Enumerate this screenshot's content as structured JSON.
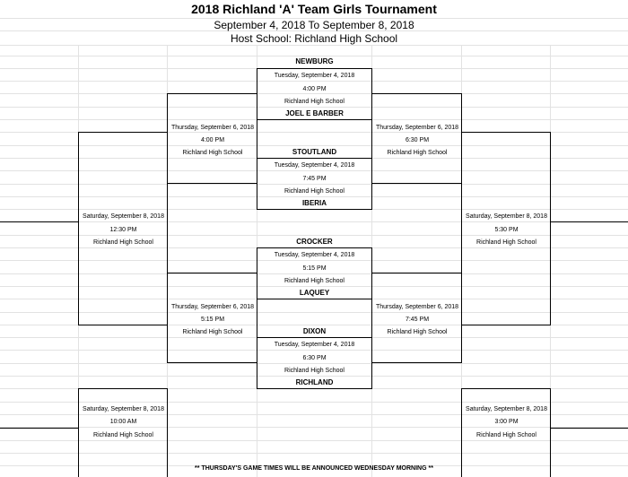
{
  "title": "2018 Richland 'A' Team Girls Tournament",
  "dates": "September 4, 2018 To September 8, 2018",
  "host": "Host School: Richland High School",
  "round1": [
    {
      "top_team": "NEWBURG",
      "bottom_team": "JOEL E BARBER",
      "date": "Tuesday, September 4, 2018",
      "time": "4:00 PM",
      "location": "Richland High School"
    },
    {
      "top_team": "STOUTLAND",
      "bottom_team": "IBERIA",
      "date": "Tuesday, September 4, 2018",
      "time": "7:45 PM",
      "location": "Richland High School"
    },
    {
      "top_team": "CROCKER",
      "bottom_team": "LAQUEY",
      "date": "Tuesday, September 4, 2018",
      "time": "5:15 PM",
      "location": "Richland High School"
    },
    {
      "top_team": "DIXON",
      "bottom_team": "RICHLAND",
      "date": "Tuesday, September 4, 2018",
      "time": "6:30 PM",
      "location": "Richland High School"
    }
  ],
  "round2": [
    {
      "date": "Thursday, September 6, 2018",
      "time": "4:00 PM",
      "location": "Richland High School"
    },
    {
      "date": "Thursday, September 6, 2018",
      "time": "6:30 PM",
      "location": "Richland High School"
    },
    {
      "date": "Thursday, September 6, 2018",
      "time": "5:15 PM",
      "location": "Richland High School"
    },
    {
      "date": "Thursday, September 6, 2018",
      "time": "7:45 PM",
      "location": "Richland High School"
    }
  ],
  "round3": [
    {
      "date": "Saturday, September 8, 2018",
      "time": "12:30 PM",
      "location": "Richland High School"
    },
    {
      "date": "Saturday, September 8, 2018",
      "time": "5:30 PM",
      "location": "Richland High School"
    },
    {
      "date": "Saturday, September 8, 2018",
      "time": "10:00 AM",
      "location": "Richland High School"
    },
    {
      "date": "Saturday, September 8, 2018",
      "time": "3:00 PM",
      "location": "Richland High School"
    }
  ],
  "footer": "** THURSDAY'S GAME TIMES WILL BE ANNOUNCED WEDNESDAY MORNING **"
}
